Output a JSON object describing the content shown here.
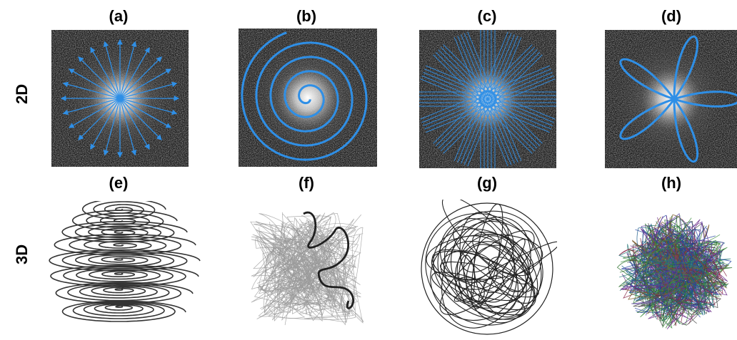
{
  "rows": {
    "top": "2D",
    "bottom": "3D"
  },
  "panels": [
    {
      "label": "(a)",
      "pattern": "radial"
    },
    {
      "label": "(b)",
      "pattern": "spiral"
    },
    {
      "label": "(c)",
      "pattern": "stack-of-lines"
    },
    {
      "label": "(d)",
      "pattern": "rosette"
    },
    {
      "label": "(e)",
      "pattern": "stack-of-spirals"
    },
    {
      "label": "(f)",
      "pattern": "random-curves"
    },
    {
      "label": "(g)",
      "pattern": "tangled-loops"
    },
    {
      "label": "(h)",
      "pattern": "multicolor-tangle"
    }
  ],
  "colors": {
    "trajectory": "#2f8fe6",
    "dark": "#222222"
  }
}
